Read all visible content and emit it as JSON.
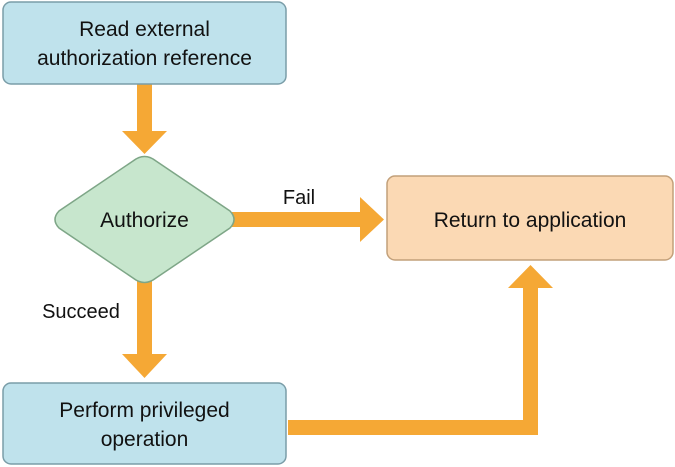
{
  "colors": {
    "process_fill": "#bfe2ec",
    "process_stroke": "#7a9da8",
    "decision_fill": "#c7e6cd",
    "decision_stroke": "#7ea687",
    "terminal_fill": "#fbd9b4",
    "terminal_stroke": "#c2a07a",
    "arrow": "#f5a835"
  },
  "nodes": {
    "read_ref": {
      "line1": "Read external",
      "line2": "authorization reference"
    },
    "authorize": {
      "label": "Authorize"
    },
    "return_app": {
      "label": "Return to application"
    },
    "perform": {
      "line1": "Perform privileged",
      "line2": "operation"
    }
  },
  "edges": {
    "fail_label": "Fail",
    "succeed_label": "Succeed"
  }
}
